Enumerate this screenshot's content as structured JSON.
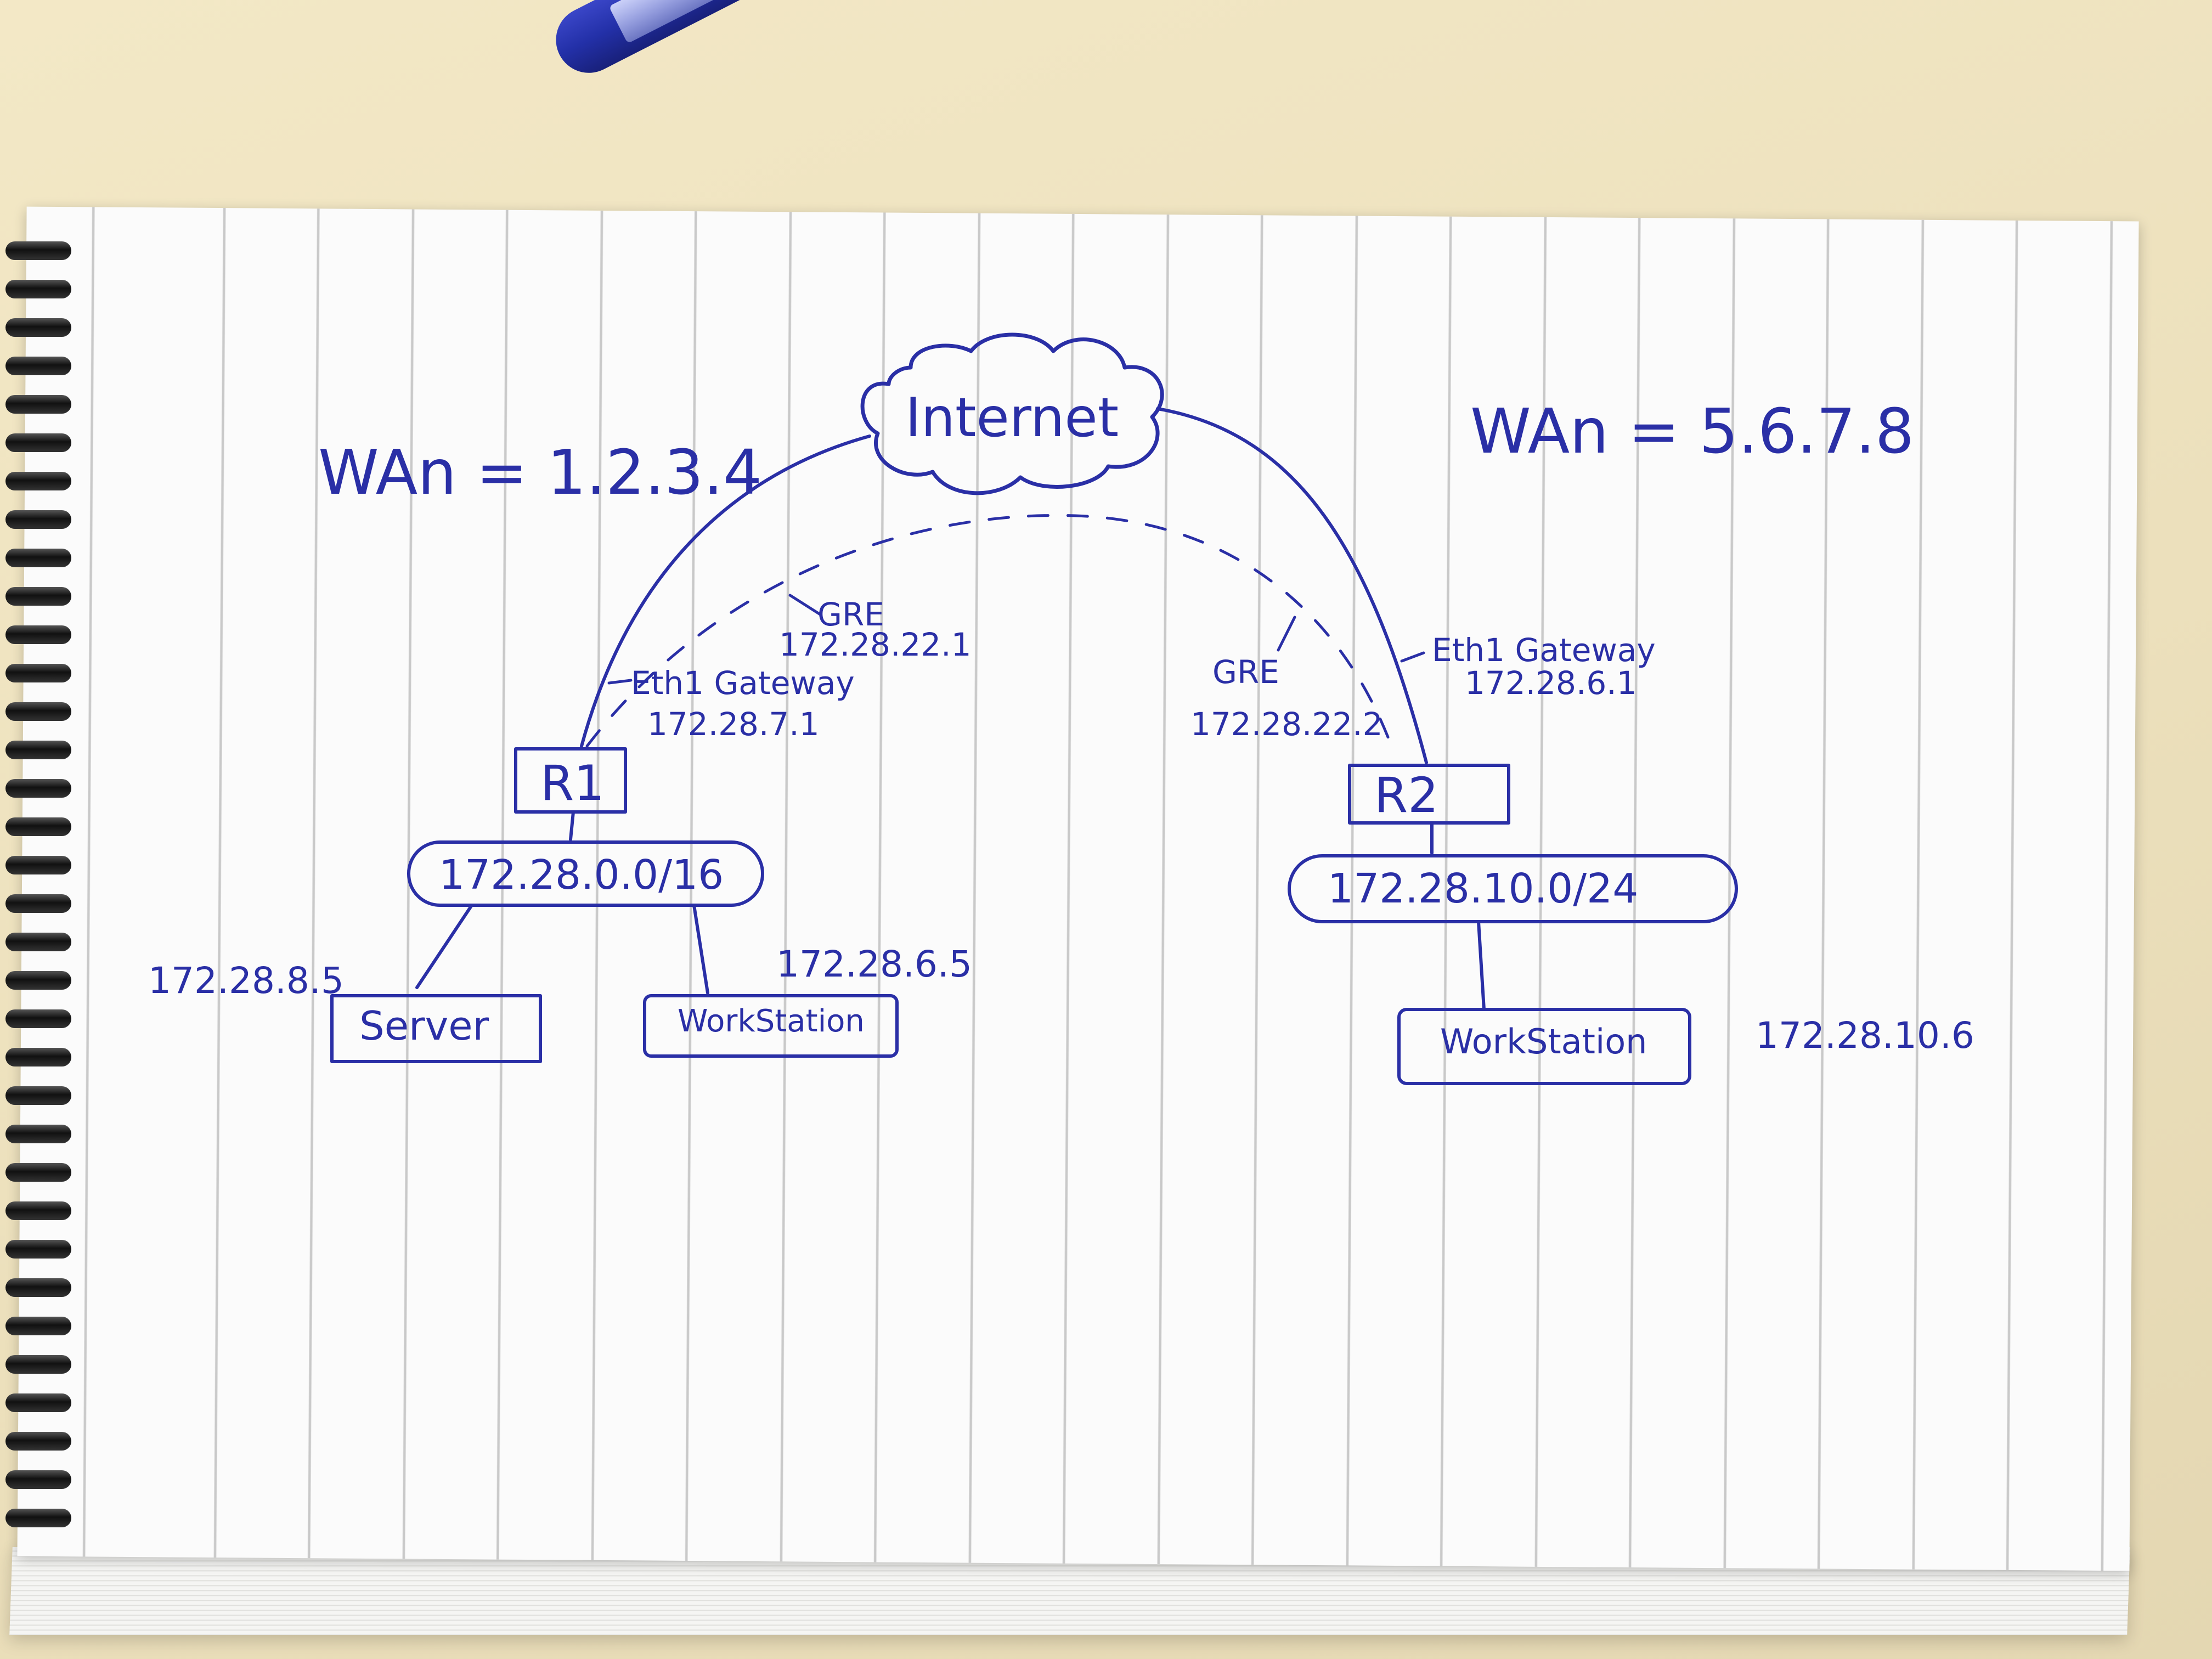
{
  "diagram": {
    "internet": "Internet",
    "wan_left": "WAn = 1.2.3.4",
    "wan_right": "WAn = 5.6.7.8",
    "r1": {
      "label": "R1",
      "gre": "GRE",
      "gre_ip": "172.28.22.1",
      "eth1_label": "Eth1 Gateway",
      "eth1_ip": "172.28.7.1"
    },
    "r2": {
      "label": "R2",
      "gre": "GRE",
      "gre_ip": "172.28.22.2",
      "eth1_label": "Eth1 Gateway",
      "eth1_ip": "172.28.6.1"
    },
    "network_left": "172.28.0.0/16",
    "network_right": "172.28.10.0/24",
    "server": {
      "label": "Server",
      "ip": "172.28.8.5"
    },
    "workstation_left": {
      "label": "WorkStation",
      "ip": "172.28.6.5"
    },
    "workstation_right": {
      "label": "WorkStation",
      "ip": "172.28.10.6"
    }
  },
  "colors": {
    "ink": "#2a2fa6",
    "paper": "#fbfbfb",
    "desk": "#efe3bf",
    "pen": "#2330a8"
  }
}
